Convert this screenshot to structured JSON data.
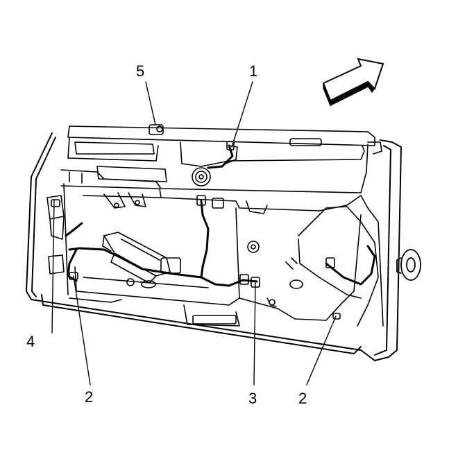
{
  "diagram": {
    "callouts": [
      {
        "id": "c1",
        "label": "1"
      },
      {
        "id": "c2a",
        "label": "2"
      },
      {
        "id": "c2b",
        "label": "2"
      },
      {
        "id": "c3",
        "label": "3"
      },
      {
        "id": "c4",
        "label": "4"
      },
      {
        "id": "c5",
        "label": "5"
      }
    ],
    "colors": {
      "line": "#000000",
      "background": "#ffffff",
      "panel_fill": "#ffffff"
    },
    "direction_arrow": "forward-arrow-icon"
  }
}
